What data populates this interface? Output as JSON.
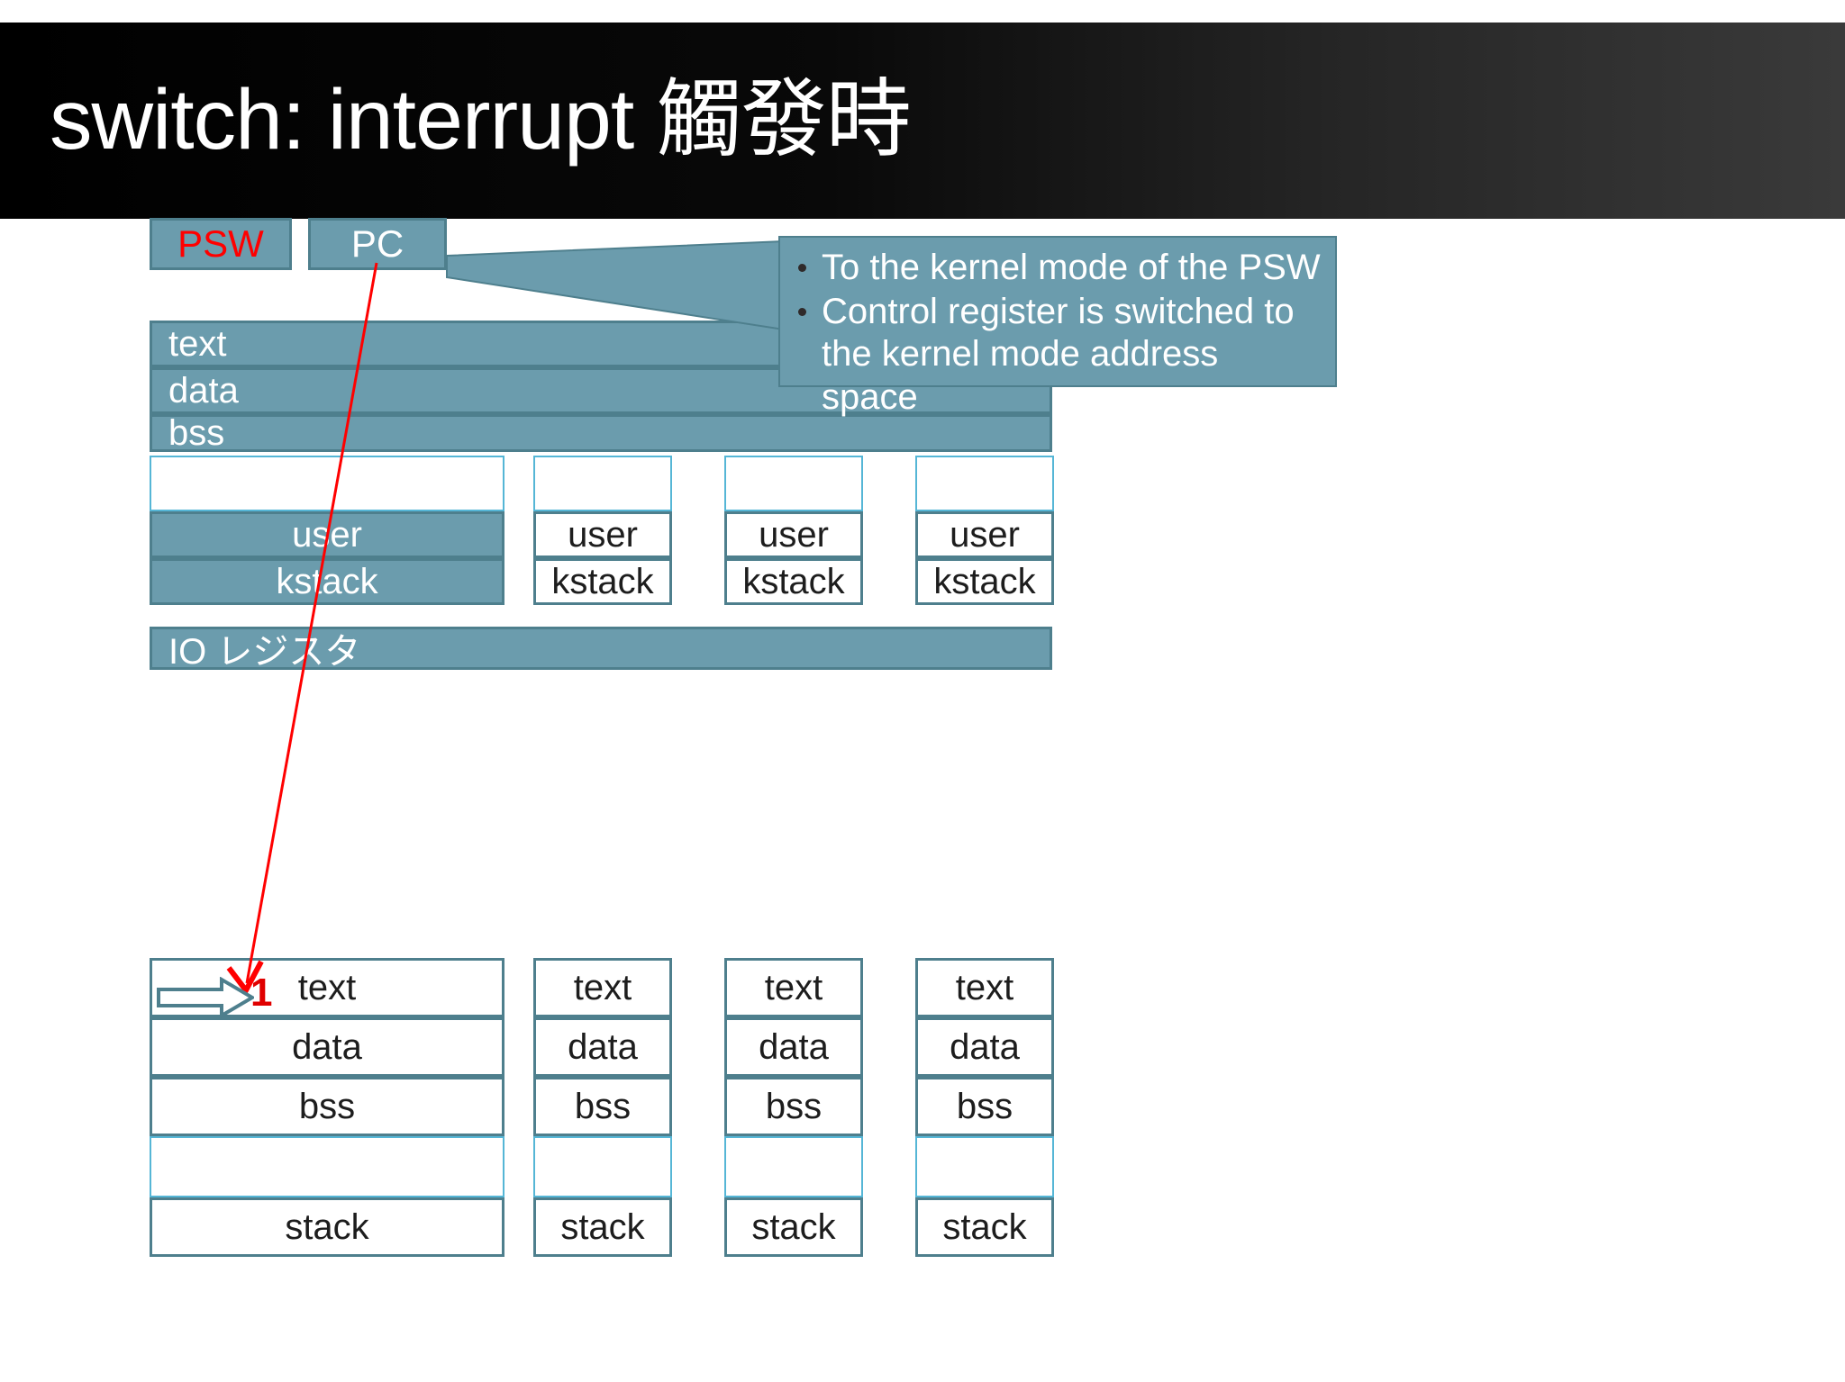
{
  "slide": {
    "title": "switch: interrupt 觸發時",
    "background_color": "#ffffff",
    "banner_gradient_from": "#000000",
    "banner_gradient_to": "#3a3a3a",
    "accent_fill": "#6b9cad",
    "accent_border": "#4e7f8d",
    "highlight_color": "#ff0000"
  },
  "registers": {
    "psw": "PSW",
    "pc": "PC"
  },
  "callout": {
    "bullets": [
      "To the kernel mode of the PSW",
      "Control register is switched to the kernel mode address space"
    ]
  },
  "kernel_space": {
    "rows": [
      "text",
      "data",
      "bss"
    ],
    "io_register": "IO レジスタ",
    "columns": [
      {
        "user": "user",
        "kstack": "kstack",
        "highlighted": true
      },
      {
        "user": "user",
        "kstack": "kstack",
        "highlighted": false
      },
      {
        "user": "user",
        "kstack": "kstack",
        "highlighted": false
      },
      {
        "user": "user",
        "kstack": "kstack",
        "highlighted": false
      }
    ]
  },
  "processes": [
    {
      "text": "text",
      "data": "data",
      "bss": "bss",
      "stack": "stack"
    },
    {
      "text": "text",
      "data": "data",
      "bss": "bss",
      "stack": "stack"
    },
    {
      "text": "text",
      "data": "data",
      "bss": "bss",
      "stack": "stack"
    },
    {
      "text": "text",
      "data": "data",
      "bss": "bss",
      "stack": "stack"
    }
  ],
  "annotations": {
    "step_marker": "1"
  }
}
